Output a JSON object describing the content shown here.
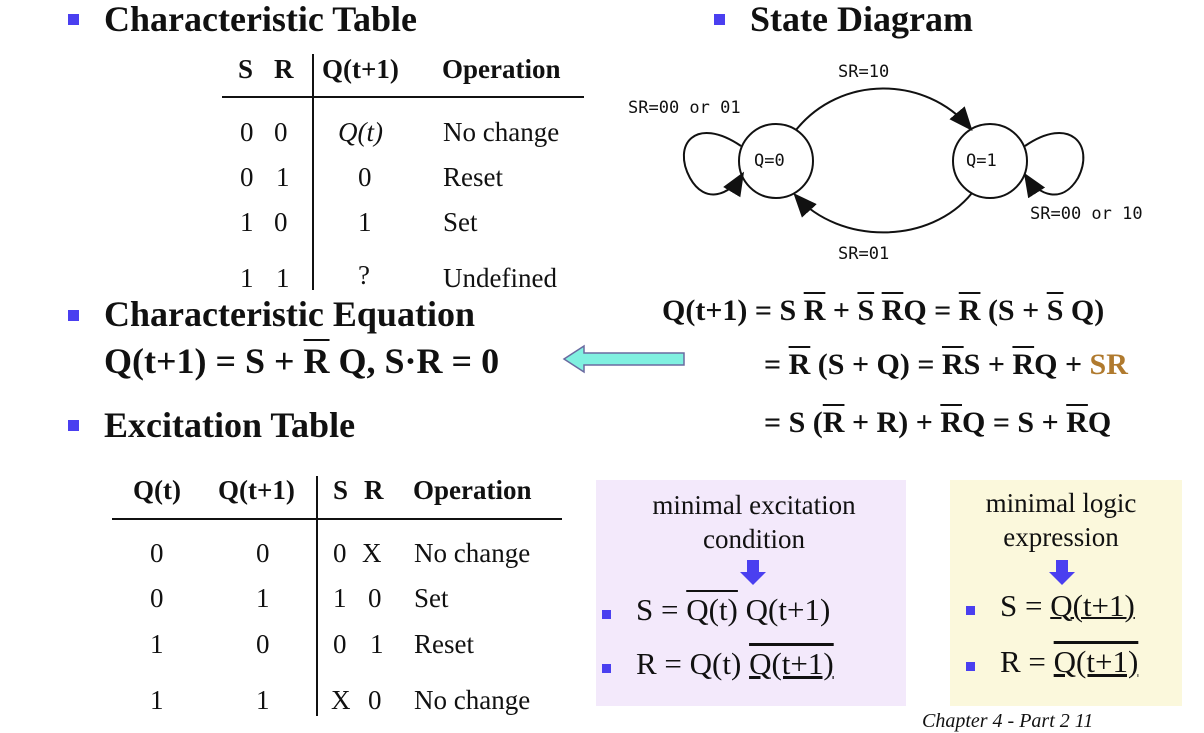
{
  "headings": {
    "char_table": "Characteristic Table",
    "state_diagram": "State Diagram",
    "char_equation": "Characteristic Equation",
    "excitation_table": "Excitation Table"
  },
  "char_table": {
    "headers": [
      "S",
      "R",
      "Q(t+1)",
      "Operation"
    ],
    "rows": [
      {
        "s": "0",
        "r": "0",
        "q": "Q(t)",
        "op": "No change"
      },
      {
        "s": "0",
        "r": "1",
        "q": "0",
        "op": "Reset"
      },
      {
        "s": "1",
        "r": "0",
        "q": "1",
        "op": "Set"
      },
      {
        "s": "1",
        "r": "1",
        "q": "?",
        "op": "Undefined"
      }
    ]
  },
  "state_diagram": {
    "states": [
      "Q=0",
      "Q=1"
    ],
    "labels": {
      "top": "SR=10",
      "bottom": "SR=01",
      "self_left": "SR=00 or 01",
      "self_right": "SR=00 or 10"
    }
  },
  "char_equation": {
    "left_prefix": "Q(t+1) = S + ",
    "left_rbar": "R",
    "left_suffix": " Q, S·R = 0"
  },
  "derivation": {
    "line1": [
      "Q(t+1) = S ",
      "R",
      " + ",
      "S",
      " ",
      "R",
      "Q = ",
      "R",
      " (S + ",
      "S",
      " Q)"
    ],
    "line2": [
      "= ",
      "R",
      " (S + Q) = ",
      "R",
      "S + ",
      "R",
      "Q + ",
      "SR"
    ],
    "line3": [
      "= S (",
      "R",
      " + R) + ",
      "R",
      "Q = S + ",
      "R",
      "Q"
    ]
  },
  "excitation_table": {
    "headers": [
      "Q(t)",
      "Q(t+1)",
      "S",
      "R",
      "Operation"
    ],
    "rows": [
      {
        "qt": "0",
        "qt1": "0",
        "s": "0",
        "r": "X",
        "op": "No change"
      },
      {
        "qt": "0",
        "qt1": "1",
        "s": "1",
        "r": "0",
        "op": "Set"
      },
      {
        "qt": "1",
        "qt1": "0",
        "s": "0",
        "r": "1",
        "op": "Reset"
      },
      {
        "qt": "1",
        "qt1": "1",
        "s": "X",
        "r": "0",
        "op": "No change"
      }
    ]
  },
  "minimal_excitation": {
    "title_line1": "minimal excitation",
    "title_line2": "condition",
    "s_eq_prefix": "S = ",
    "s_eq_bar": "Q(t)",
    "s_eq_suffix": " Q(t+1)",
    "r_eq_prefix": "R = Q(t) ",
    "r_eq_bar": "Q(t+1)"
  },
  "minimal_logic": {
    "title_line1": "minimal logic",
    "title_line2": "expression",
    "s_eq_prefix": "S = ",
    "s_eq_val": "Q(t+1)",
    "r_eq_prefix": "R = ",
    "r_eq_bar": "Q(t+1)"
  },
  "footer": "Chapter 4 - Part 2    11",
  "colors": {
    "bullet": "#4a3ff0",
    "arrow_fill": "#80f0e0",
    "down_arrow": "#4a3ff0",
    "purple_box": "#f3e9fb",
    "yellow_box": "#fbf8dc",
    "sr_highlight": "#b07a2e"
  }
}
